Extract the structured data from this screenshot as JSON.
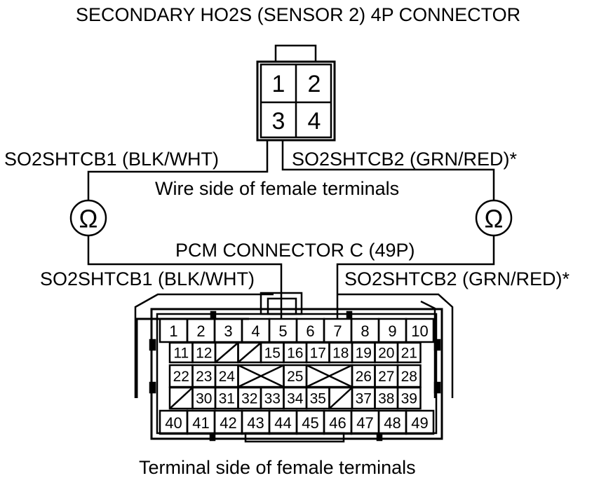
{
  "title": "SECONDARY HO2S (SENSOR 2) 4P CONNECTOR",
  "sensor_connector": {
    "pins": [
      "1",
      "2",
      "3",
      "4"
    ],
    "view_label": "Wire side of female terminals"
  },
  "wires": {
    "left_top": "SO2SHTCB1 (BLK/WHT)",
    "right_top": "SO2SHTCB2 (GRN/RED)*",
    "left_bottom": "SO2SHTCB1 (BLK/WHT)",
    "right_bottom": "SO2SHTCB2 (GRN/RED)*"
  },
  "meter_symbol": "Ω",
  "pcm_connector": {
    "title": "PCM CONNECTOR C (49P)",
    "view_label": "Terminal side of female terminals",
    "rows": [
      [
        "1",
        "2",
        "3",
        "4",
        "5",
        "6",
        "7",
        "8",
        "9",
        "10"
      ],
      [
        "11",
        "12",
        "",
        "",
        "15",
        "16",
        "17",
        "18",
        "19",
        "20",
        "21"
      ],
      [
        "22",
        "23",
        "24",
        "",
        "25",
        "",
        "26",
        "27",
        "28"
      ],
      [
        "",
        "30",
        "31",
        "32",
        "33",
        "34",
        "35",
        "",
        "37",
        "38",
        "39"
      ],
      [
        "40",
        "41",
        "42",
        "43",
        "44",
        "45",
        "46",
        "47",
        "48",
        "49"
      ]
    ]
  }
}
